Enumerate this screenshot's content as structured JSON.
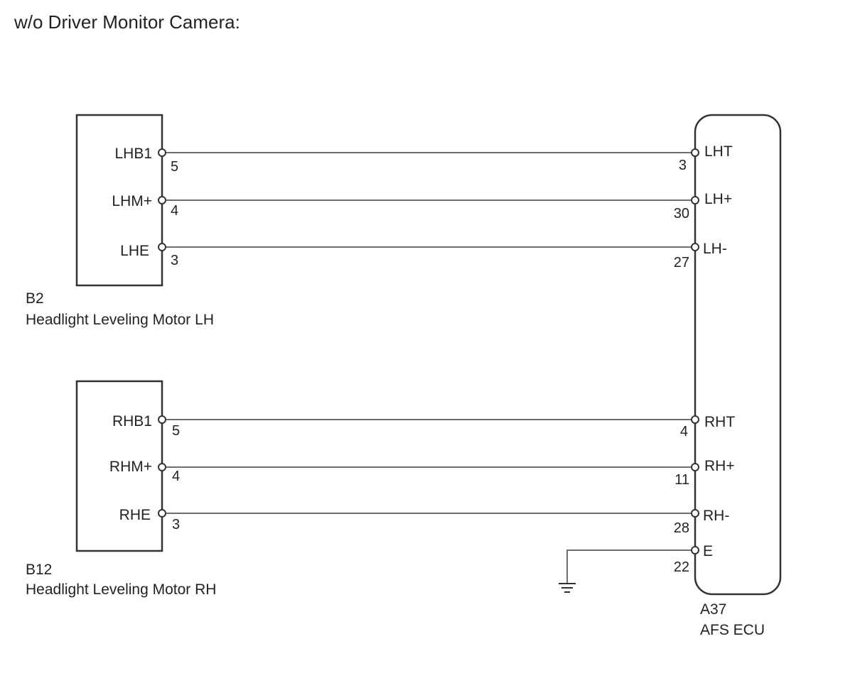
{
  "title": "w/o Driver Monitor Camera:",
  "lh_motor": {
    "code": "B2",
    "name": "Headlight Leveling Motor LH",
    "pins": [
      {
        "label": "LHB1",
        "number": "5"
      },
      {
        "label": "LHM+",
        "number": "4"
      },
      {
        "label": "LHE",
        "number": "3"
      }
    ]
  },
  "rh_motor": {
    "code": "B12",
    "name": "Headlight Leveling Motor RH",
    "pins": [
      {
        "label": "RHB1",
        "number": "5"
      },
      {
        "label": "RHM+",
        "number": "4"
      },
      {
        "label": "RHE",
        "number": "3"
      }
    ]
  },
  "ecu": {
    "code": "A37",
    "name": "AFS ECU",
    "pins": [
      {
        "label": "LHT",
        "number": "3"
      },
      {
        "label": "LH+",
        "number": "30"
      },
      {
        "label": "LH-",
        "number": "27"
      },
      {
        "label": "RHT",
        "number": "4"
      },
      {
        "label": "RH+",
        "number": "11"
      },
      {
        "label": "RH-",
        "number": "28"
      },
      {
        "label": "E",
        "number": "22"
      }
    ]
  }
}
